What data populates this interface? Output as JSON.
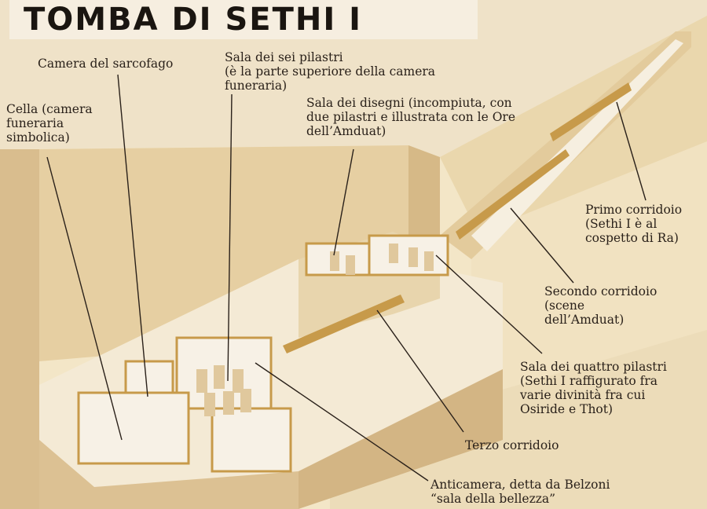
{
  "title": "TOMBA DI SETHI I",
  "labels": {
    "camera_sarcofago": "Camera del sarcofago",
    "sei_pilastri": "Sala dei sei pilastri\n(è la parte superiore della camera\nfuneraria)",
    "disegni": "Sala dei disegni (incompiuta, con\ndue pilastri e illustrata con le Ore\ndell’Amduat)",
    "cella": "Cella (camera\nfuneraria\nsimbolica)",
    "primo_corridoio": "Primo corridoio\n(Sethi I è al\ncospetto di Ra)",
    "secondo_corridoio": "Secondo corridoio\n(scene\ndell’Amduat)",
    "quattro_pilastri": "Sala dei quattro pilastri\n(Sethi I raffigurato fra\nvarie divinità fra cui\nOsiride e Thot)",
    "terzo_corridoio": "Terzo corridoio",
    "anticamera": "Anticamera, detta da Belzoni\n“sala della bellezza”"
  },
  "colors": {
    "sky": "#efe2c8",
    "rock_light": "#f3e6c7",
    "rock_mid": "#e8d3a9",
    "rock_dark": "#d7bb8c",
    "floor": "#f4ead5",
    "paint": "#c79a4a",
    "ink": "#2a211a"
  }
}
